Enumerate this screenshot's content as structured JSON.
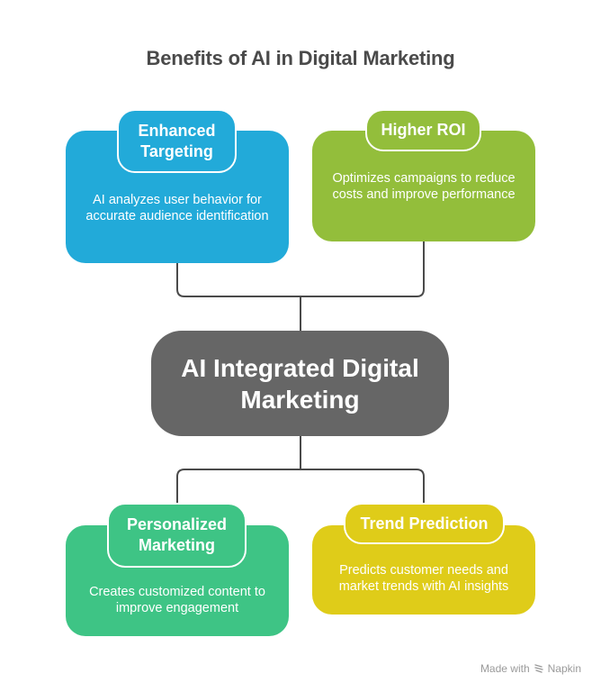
{
  "title": "Benefits of AI in Digital Marketing",
  "center": {
    "label": "AI Integrated Digital Marketing",
    "color": "#666666"
  },
  "benefits": [
    {
      "title": "Enhanced Targeting",
      "description": "AI analyzes user behavior for accurate audience identification",
      "color": "#22AAD9"
    },
    {
      "title": "Higher ROI",
      "description": "Optimizes campaigns to reduce costs and improve performance",
      "color": "#93BE3B"
    },
    {
      "title": "Personalized Marketing",
      "description": "Creates customized content to improve engagement",
      "color": "#3EC485"
    },
    {
      "title": "Trend Prediction",
      "description": "Predicts customer needs and market trends with AI insights",
      "color": "#DFCC19"
    }
  ],
  "watermark": {
    "prefix": "Made with",
    "brand": "Napkin",
    "icon": "napkin-logo-icon"
  }
}
